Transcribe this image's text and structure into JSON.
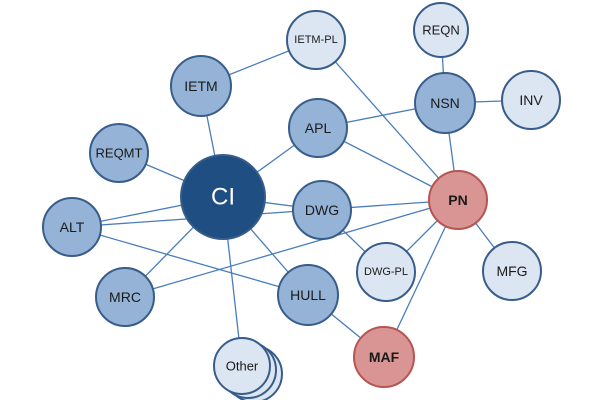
{
  "colors": {
    "edge": "#4a7ebb",
    "node_dark_fill": "#1f4e82",
    "node_dark_stroke": "#385d8a",
    "node_medium_fill": "#95b3d7",
    "node_medium_stroke": "#385d8a",
    "node_light_fill": "#dce6f2",
    "node_light_stroke": "#385d8a",
    "node_red_fill": "#d99594",
    "node_red_stroke": "#b85450",
    "text_dark": "#1a1a1a",
    "text_light": "#ffffff"
  },
  "nodes": [
    {
      "id": "CI",
      "label": "CI",
      "style": "dark"
    },
    {
      "id": "IETM",
      "label": "IETM",
      "style": "medium"
    },
    {
      "id": "IETM-PL",
      "label": "IETM-PL",
      "style": "light"
    },
    {
      "id": "REQMT",
      "label": "REQMT",
      "style": "medium"
    },
    {
      "id": "ALT",
      "label": "ALT",
      "style": "medium"
    },
    {
      "id": "MRC",
      "label": "MRC",
      "style": "medium"
    },
    {
      "id": "APL",
      "label": "APL",
      "style": "medium"
    },
    {
      "id": "DWG",
      "label": "DWG",
      "style": "medium"
    },
    {
      "id": "DWG-PL",
      "label": "DWG-PL",
      "style": "light"
    },
    {
      "id": "HULL",
      "label": "HULL",
      "style": "medium"
    },
    {
      "id": "Other",
      "label": "Other",
      "style": "light-stack"
    },
    {
      "id": "MAF",
      "label": "MAF",
      "style": "red"
    },
    {
      "id": "PN",
      "label": "PN",
      "style": "red"
    },
    {
      "id": "MFG",
      "label": "MFG",
      "style": "light"
    },
    {
      "id": "NSN",
      "label": "NSN",
      "style": "medium"
    },
    {
      "id": "REQN",
      "label": "REQN",
      "style": "light"
    },
    {
      "id": "INV",
      "label": "INV",
      "style": "light"
    }
  ],
  "edges": [
    [
      "CI",
      "IETM"
    ],
    [
      "CI",
      "APL"
    ],
    [
      "CI",
      "DWG"
    ],
    [
      "CI",
      "REQMT"
    ],
    [
      "CI",
      "ALT"
    ],
    [
      "CI",
      "MRC"
    ],
    [
      "CI",
      "HULL"
    ],
    [
      "CI",
      "Other"
    ],
    [
      "IETM",
      "IETM-PL"
    ],
    [
      "IETM-PL",
      "PN"
    ],
    [
      "APL",
      "NSN"
    ],
    [
      "APL",
      "PN"
    ],
    [
      "DWG",
      "DWG-PL"
    ],
    [
      "DWG-PL",
      "PN"
    ],
    [
      "ALT",
      "HULL"
    ],
    [
      "ALT",
      "PN"
    ],
    [
      "MRC",
      "PN"
    ],
    [
      "HULL",
      "MAF"
    ],
    [
      "MAF",
      "PN"
    ],
    [
      "PN",
      "NSN"
    ],
    [
      "PN",
      "MFG"
    ],
    [
      "NSN",
      "REQN"
    ],
    [
      "NSN",
      "INV"
    ]
  ]
}
